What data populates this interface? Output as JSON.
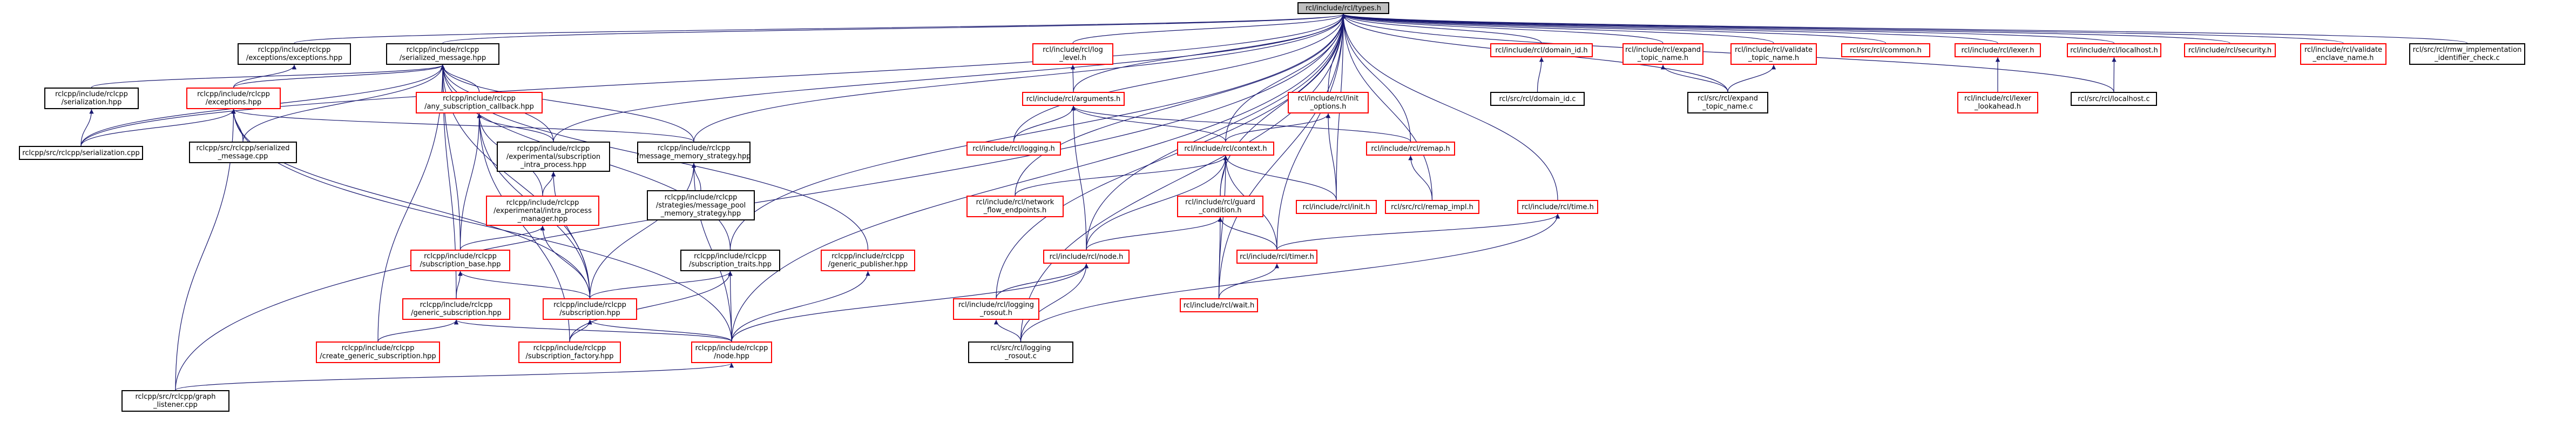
{
  "graph": {
    "edge_color": "#191970",
    "nodes": [
      {
        "id": "types",
        "label": "rcl/include/rcl/types.h",
        "color": "root"
      },
      {
        "id": "exceptions_hpp",
        "label": "rclcpp/include/rclcpp\n/exceptions/exceptions.hpp",
        "color": "black"
      },
      {
        "id": "serialized_message",
        "label": "rclcpp/include/rclcpp\n/serialized_message.hpp",
        "color": "black"
      },
      {
        "id": "serialization",
        "label": "rclcpp/include/rclcpp\n/serialization.hpp",
        "color": "black"
      },
      {
        "id": "exceptions",
        "label": "rclcpp/include/rclcpp\n/exceptions.hpp",
        "color": "red"
      },
      {
        "id": "any_sub_cb",
        "label": "rclcpp/include/rclcpp\n/any_subscription_callback.hpp",
        "color": "red"
      },
      {
        "id": "serialization_cpp",
        "label": "rclcpp/src/rclcpp/serialization.cpp",
        "color": "black"
      },
      {
        "id": "serialized_message_cpp",
        "label": "rclcpp/src/rclcpp/serialized\n_message.cpp",
        "color": "black"
      },
      {
        "id": "exp_sub_intra",
        "label": "rclcpp/include/rclcpp\n/experimental/subscription\n_intra_process.hpp",
        "color": "black"
      },
      {
        "id": "msg_mem_strategy",
        "label": "rclcpp/include/rclcpp\n/message_memory_strategy.hpp",
        "color": "black"
      },
      {
        "id": "strategies_pool",
        "label": "rclcpp/include/rclcpp\n/strategies/message_pool\n_memory_strategy.hpp",
        "color": "black"
      },
      {
        "id": "intra_mgr",
        "label": "rclcpp/include/rclcpp\n/experimental/intra_process\n_manager.hpp",
        "color": "red"
      },
      {
        "id": "sub_base",
        "label": "rclcpp/include/rclcpp\n/subscription_base.hpp",
        "color": "red"
      },
      {
        "id": "sub_traits",
        "label": "rclcpp/include/rclcpp\n/subscription_traits.hpp",
        "color": "black"
      },
      {
        "id": "generic_pub",
        "label": "rclcpp/include/rclcpp\n/generic_publisher.hpp",
        "color": "red"
      },
      {
        "id": "generic_sub",
        "label": "rclcpp/include/rclcpp\n/generic_subscription.hpp",
        "color": "red"
      },
      {
        "id": "subscription",
        "label": "rclcpp/include/rclcpp\n/subscription.hpp",
        "color": "red"
      },
      {
        "id": "create_generic_sub",
        "label": "rclcpp/include/rclcpp\n/create_generic_subscription.hpp",
        "color": "red"
      },
      {
        "id": "sub_factory",
        "label": "rclcpp/include/rclcpp\n/subscription_factory.hpp",
        "color": "red"
      },
      {
        "id": "node_hpp",
        "label": "rclcpp/include/rclcpp\n/node.hpp",
        "color": "red"
      },
      {
        "id": "graph_listener",
        "label": "rclcpp/src/rclcpp/graph\n_listener.cpp",
        "color": "black"
      },
      {
        "id": "log_level",
        "label": "rcl/include/rcl/log\n_level.h",
        "color": "red"
      },
      {
        "id": "arguments",
        "label": "rcl/include/rcl/arguments.h",
        "color": "red"
      },
      {
        "id": "logging_h",
        "label": "rcl/include/rcl/logging.h",
        "color": "red"
      },
      {
        "id": "init_options",
        "label": "rcl/include/rcl/init\n_options.h",
        "color": "red"
      },
      {
        "id": "context",
        "label": "rcl/include/rcl/context.h",
        "color": "red"
      },
      {
        "id": "remap_h",
        "label": "rcl/include/rcl/remap.h",
        "color": "red"
      },
      {
        "id": "network_flow",
        "label": "rcl/include/rcl/network\n_flow_endpoints.h",
        "color": "red"
      },
      {
        "id": "guard_cond",
        "label": "rcl/include/rcl/guard\n_condition.h",
        "color": "red"
      },
      {
        "id": "init_h",
        "label": "rcl/include/rcl/init.h",
        "color": "red"
      },
      {
        "id": "remap_impl",
        "label": "rcl/src/rcl/remap_impl.h",
        "color": "red"
      },
      {
        "id": "node_h",
        "label": "rcl/include/rcl/node.h",
        "color": "red"
      },
      {
        "id": "logging_rosout_h",
        "label": "rcl/include/rcl/logging\n_rosout.h",
        "color": "red"
      },
      {
        "id": "logging_rosout_c",
        "label": "rcl/src/rcl/logging\n_rosout.c",
        "color": "black"
      },
      {
        "id": "timer_h",
        "label": "rcl/include/rcl/timer.h",
        "color": "red"
      },
      {
        "id": "time_h",
        "label": "rcl/include/rcl/time.h",
        "color": "red"
      },
      {
        "id": "wait_h",
        "label": "rcl/include/rcl/wait.h",
        "color": "red"
      },
      {
        "id": "domain_id_h",
        "label": "rcl/include/rcl/domain_id.h",
        "color": "red"
      },
      {
        "id": "domain_id_c",
        "label": "rcl/src/rcl/domain_id.c",
        "color": "black"
      },
      {
        "id": "expand_topic_h",
        "label": "rcl/include/rcl/expand\n_topic_name.h",
        "color": "red"
      },
      {
        "id": "validate_topic_h",
        "label": "rcl/include/rcl/validate\n_topic_name.h",
        "color": "red"
      },
      {
        "id": "expand_topic_c",
        "label": "rcl/src/rcl/expand\n_topic_name.c",
        "color": "black"
      },
      {
        "id": "common_h",
        "label": "rcl/src/rcl/common.h",
        "color": "red"
      },
      {
        "id": "lexer_h",
        "label": "rcl/include/rcl/lexer.h",
        "color": "red"
      },
      {
        "id": "lexer_lookahead",
        "label": "rcl/include/rcl/lexer\n_lookahead.h",
        "color": "red"
      },
      {
        "id": "localhost_h",
        "label": "rcl/include/rcl/localhost.h",
        "color": "red"
      },
      {
        "id": "localhost_c",
        "label": "rcl/src/rcl/localhost.c",
        "color": "black"
      },
      {
        "id": "security_h",
        "label": "rcl/include/rcl/security.h",
        "color": "red"
      },
      {
        "id": "validate_enclave",
        "label": "rcl/include/rcl/validate\n_enclave_name.h",
        "color": "red"
      },
      {
        "id": "rmw_impl_check",
        "label": "rcl/src/rcl/rmw_implementation\n_identifier_check.c",
        "color": "black"
      }
    ],
    "edges": [
      [
        "types",
        "exceptions_hpp"
      ],
      [
        "types",
        "serialized_message"
      ],
      [
        "types",
        "log_level"
      ],
      [
        "types",
        "arguments"
      ],
      [
        "types",
        "init_options"
      ],
      [
        "types",
        "context"
      ],
      [
        "types",
        "remap_h"
      ],
      [
        "types",
        "network_flow"
      ],
      [
        "types",
        "guard_cond"
      ],
      [
        "types",
        "init_h"
      ],
      [
        "types",
        "remap_impl"
      ],
      [
        "types",
        "node_h"
      ],
      [
        "types",
        "logging_rosout_h"
      ],
      [
        "types",
        "logging_rosout_c"
      ],
      [
        "types",
        "timer_h"
      ],
      [
        "types",
        "time_h"
      ],
      [
        "types",
        "wait_h"
      ],
      [
        "types",
        "domain_id_h"
      ],
      [
        "types",
        "expand_topic_h"
      ],
      [
        "types",
        "validate_topic_h"
      ],
      [
        "types",
        "expand_topic_c"
      ],
      [
        "types",
        "common_h"
      ],
      [
        "types",
        "lexer_h"
      ],
      [
        "types",
        "localhost_h"
      ],
      [
        "types",
        "localhost_c"
      ],
      [
        "types",
        "security_h"
      ],
      [
        "types",
        "validate_enclave"
      ],
      [
        "types",
        "rmw_impl_check"
      ],
      [
        "types",
        "graph_listener"
      ],
      [
        "types",
        "logging_h"
      ],
      [
        "types",
        "exp_sub_intra"
      ],
      [
        "types",
        "msg_mem_strategy"
      ],
      [
        "types",
        "sub_traits"
      ],
      [
        "types",
        "node_hpp"
      ],
      [
        "types",
        "serialization_cpp"
      ],
      [
        "exceptions_hpp",
        "exceptions"
      ],
      [
        "serialized_message",
        "serialization"
      ],
      [
        "serialized_message",
        "exceptions"
      ],
      [
        "serialized_message",
        "any_sub_cb"
      ],
      [
        "serialized_message",
        "serialized_message_cpp"
      ],
      [
        "serialized_message",
        "serialization_cpp"
      ],
      [
        "serialized_message",
        "exp_sub_intra"
      ],
      [
        "serialized_message",
        "msg_mem_strategy"
      ],
      [
        "serialized_message",
        "sub_base"
      ],
      [
        "serialized_message",
        "sub_traits"
      ],
      [
        "serialized_message",
        "generic_pub"
      ],
      [
        "serialized_message",
        "generic_sub"
      ],
      [
        "serialized_message",
        "subscription"
      ],
      [
        "serialized_message",
        "create_generic_sub"
      ],
      [
        "serialization",
        "serialization_cpp"
      ],
      [
        "exceptions",
        "serialization_cpp"
      ],
      [
        "exceptions",
        "serialized_message_cpp"
      ],
      [
        "exceptions",
        "msg_mem_strategy"
      ],
      [
        "exceptions",
        "graph_listener"
      ],
      [
        "exceptions",
        "subscription"
      ],
      [
        "exceptions",
        "node_hpp"
      ],
      [
        "any_sub_cb",
        "exp_sub_intra"
      ],
      [
        "any_sub_cb",
        "sub_base"
      ],
      [
        "any_sub_cb",
        "subscription"
      ],
      [
        "any_sub_cb",
        "sub_factory"
      ],
      [
        "any_sub_cb",
        "intra_mgr"
      ],
      [
        "exp_sub_intra",
        "intra_mgr"
      ],
      [
        "exp_sub_intra",
        "subscription"
      ],
      [
        "msg_mem_strategy",
        "strategies_pool"
      ],
      [
        "msg_mem_strategy",
        "subscription"
      ],
      [
        "msg_mem_strategy",
        "node_hpp"
      ],
      [
        "intra_mgr",
        "sub_base"
      ],
      [
        "intra_mgr",
        "subscription"
      ],
      [
        "sub_base",
        "generic_sub"
      ],
      [
        "sub_base",
        "subscription"
      ],
      [
        "sub_traits",
        "subscription"
      ],
      [
        "sub_traits",
        "sub_factory"
      ],
      [
        "sub_traits",
        "node_hpp"
      ],
      [
        "generic_pub",
        "node_hpp"
      ],
      [
        "generic_sub",
        "create_generic_sub"
      ],
      [
        "generic_sub",
        "node_hpp"
      ],
      [
        "subscription",
        "sub_factory"
      ],
      [
        "subscription",
        "node_hpp"
      ],
      [
        "node_hpp",
        "graph_listener"
      ],
      [
        "log_level",
        "arguments"
      ],
      [
        "arguments",
        "logging_h"
      ],
      [
        "arguments",
        "context"
      ],
      [
        "arguments",
        "remap_h"
      ],
      [
        "arguments",
        "node_h"
      ],
      [
        "init_options",
        "context"
      ],
      [
        "init_options",
        "init_h"
      ],
      [
        "context",
        "network_flow"
      ],
      [
        "context",
        "guard_cond"
      ],
      [
        "context",
        "init_h"
      ],
      [
        "context",
        "node_h"
      ],
      [
        "context",
        "timer_h"
      ],
      [
        "context",
        "wait_h"
      ],
      [
        "remap_h",
        "remap_impl"
      ],
      [
        "guard_cond",
        "node_h"
      ],
      [
        "guard_cond",
        "timer_h"
      ],
      [
        "guard_cond",
        "wait_h"
      ],
      [
        "node_h",
        "logging_rosout_h"
      ],
      [
        "node_h",
        "logging_rosout_c"
      ],
      [
        "node_h",
        "node_hpp"
      ],
      [
        "logging_rosout_h",
        "logging_rosout_c"
      ],
      [
        "time_h",
        "timer_h"
      ],
      [
        "time_h",
        "logging_rosout_c"
      ],
      [
        "timer_h",
        "wait_h"
      ],
      [
        "domain_id_h",
        "domain_id_c"
      ],
      [
        "expand_topic_h",
        "expand_topic_c"
      ],
      [
        "validate_topic_h",
        "expand_topic_c"
      ],
      [
        "lexer_h",
        "lexer_lookahead"
      ],
      [
        "localhost_h",
        "localhost_c"
      ]
    ]
  }
}
